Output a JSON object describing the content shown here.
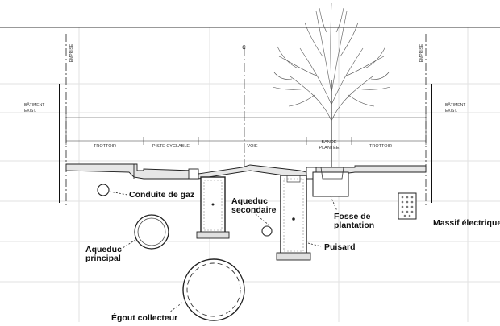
{
  "labels": {
    "emprise_left": "EMPRISE",
    "emprise_right": "EMPRISE",
    "batiment_left": [
      "BÂTIMENT",
      "EXIST."
    ],
    "batiment_right": [
      "BÂTIMENT",
      "EXIST."
    ],
    "trottoir_left": "TROTTOIR",
    "piste": "PISTE CYCLABLE",
    "voie": "VOIE",
    "bande": [
      "BANDE",
      "PLANTÉE"
    ],
    "trottoir_right": "TROTTOIR"
  },
  "callouts": {
    "gaz": "Conduite de gaz",
    "aqueduc_secondaire": [
      "Aqueduc",
      "secondaire"
    ],
    "fosse": [
      "Fosse de",
      "plantation"
    ],
    "massif": "Massif électriques",
    "aqueduc_principal": [
      "Aqueduc",
      "principal"
    ],
    "puisard": "Puisard",
    "egout": "Égout collecteur"
  },
  "colors": {
    "line": "#222222",
    "grid": "#e2e2e2",
    "ground": "#d9d9d9"
  }
}
